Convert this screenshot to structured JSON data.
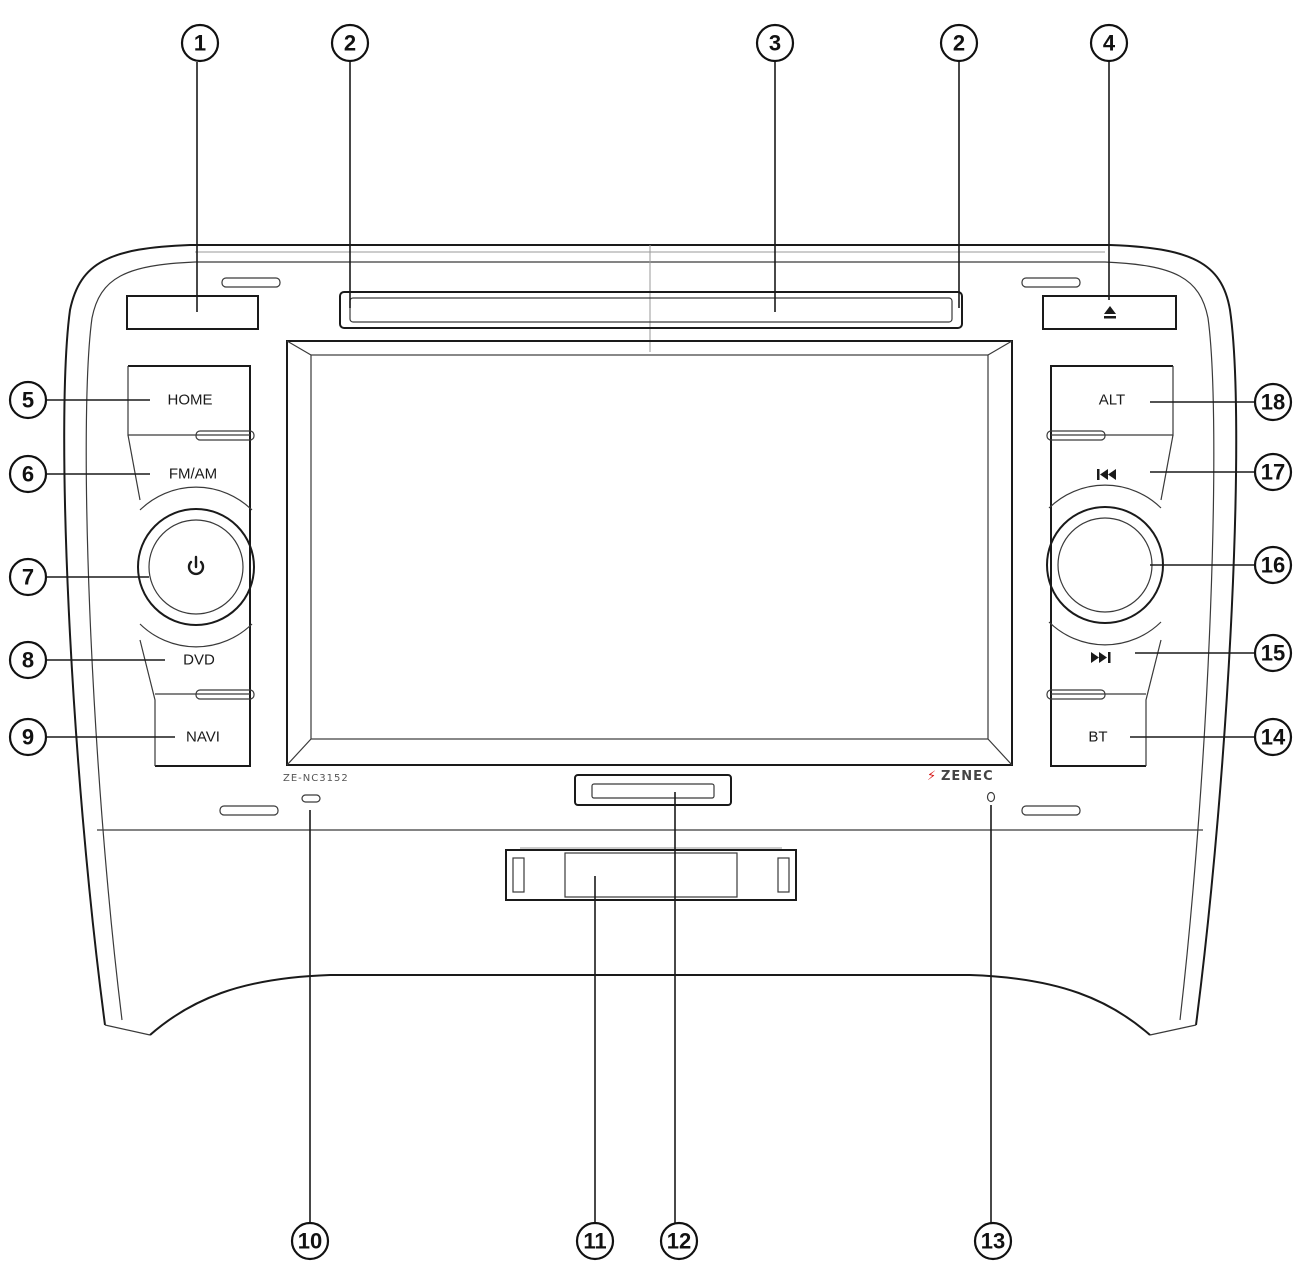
{
  "callouts": [
    "1",
    "2",
    "2",
    "3",
    "4",
    "5",
    "6",
    "7",
    "8",
    "9",
    "10",
    "11",
    "12",
    "13",
    "14",
    "15",
    "16",
    "17",
    "18"
  ],
  "buttons": {
    "home": "HOME",
    "fm_am": "FM/AM",
    "dvd": "DVD",
    "navi": "NAVI",
    "alt": "ALT",
    "bt": "BT"
  },
  "icons": {
    "eject": "eject-icon",
    "power": "power-icon",
    "prev": "skip-previous-icon",
    "next": "skip-next-icon"
  },
  "model": "ZE-NC3152",
  "brand": "ZENEC",
  "colors": {
    "line": "#1a1a1a",
    "brand_mark": "#d81e1e",
    "background": "#ffffff"
  }
}
